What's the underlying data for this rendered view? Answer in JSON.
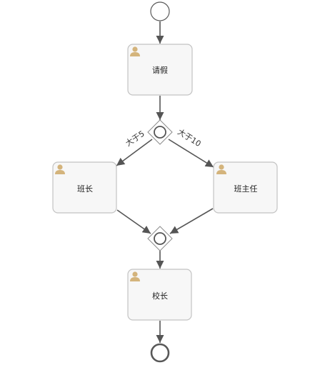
{
  "tasks": {
    "leave_request": {
      "label": "请假"
    },
    "class_monitor": {
      "label": "班长"
    },
    "head_teacher": {
      "label": "班主任"
    },
    "principal": {
      "label": "校长"
    }
  },
  "flows": {
    "greater_than_5": {
      "label": "大于5"
    },
    "greater_than_10": {
      "label": "大于10"
    }
  },
  "icons": {
    "task_icon": "user-icon",
    "gateway_icon": "inclusive-gateway-icon"
  },
  "colors": {
    "task_fill": "#f7f7f7",
    "task_stroke": "#c3c3c3",
    "line": "#555555",
    "user_icon": "#d4b47c"
  }
}
